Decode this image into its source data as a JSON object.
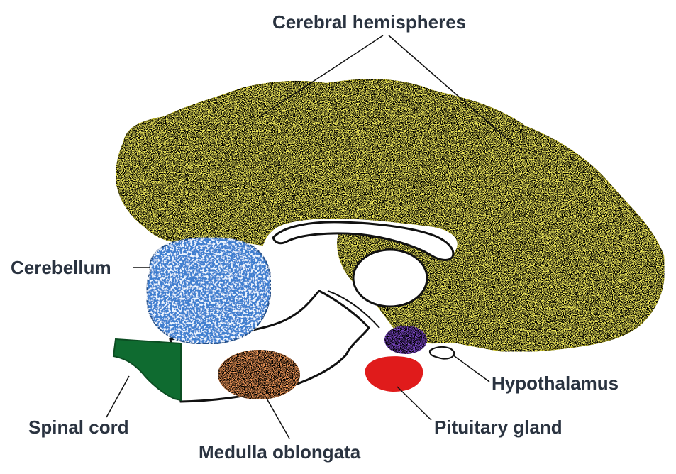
{
  "diagram": {
    "labels": {
      "cerebral_hemispheres": "Cerebral hemispheres",
      "cerebellum": "Cerebellum",
      "hypothalamus": "Hypothalamus",
      "spinal_cord": "Spinal cord",
      "pituitary_gland": "Pituitary gland",
      "medulla_oblongata": "Medulla oblongata"
    },
    "colors": {
      "cerebral_hemispheres": "#f3ec5f",
      "cerebellum": "#3f7fd0",
      "hypothalamus": "#7b49c4",
      "spinal_cord": "#0f6b30",
      "pituitary_gland": "#e01b1b",
      "medulla_oblongata": "#f29a5c",
      "outline": "#111111",
      "label_text": "#2a3340"
    }
  }
}
